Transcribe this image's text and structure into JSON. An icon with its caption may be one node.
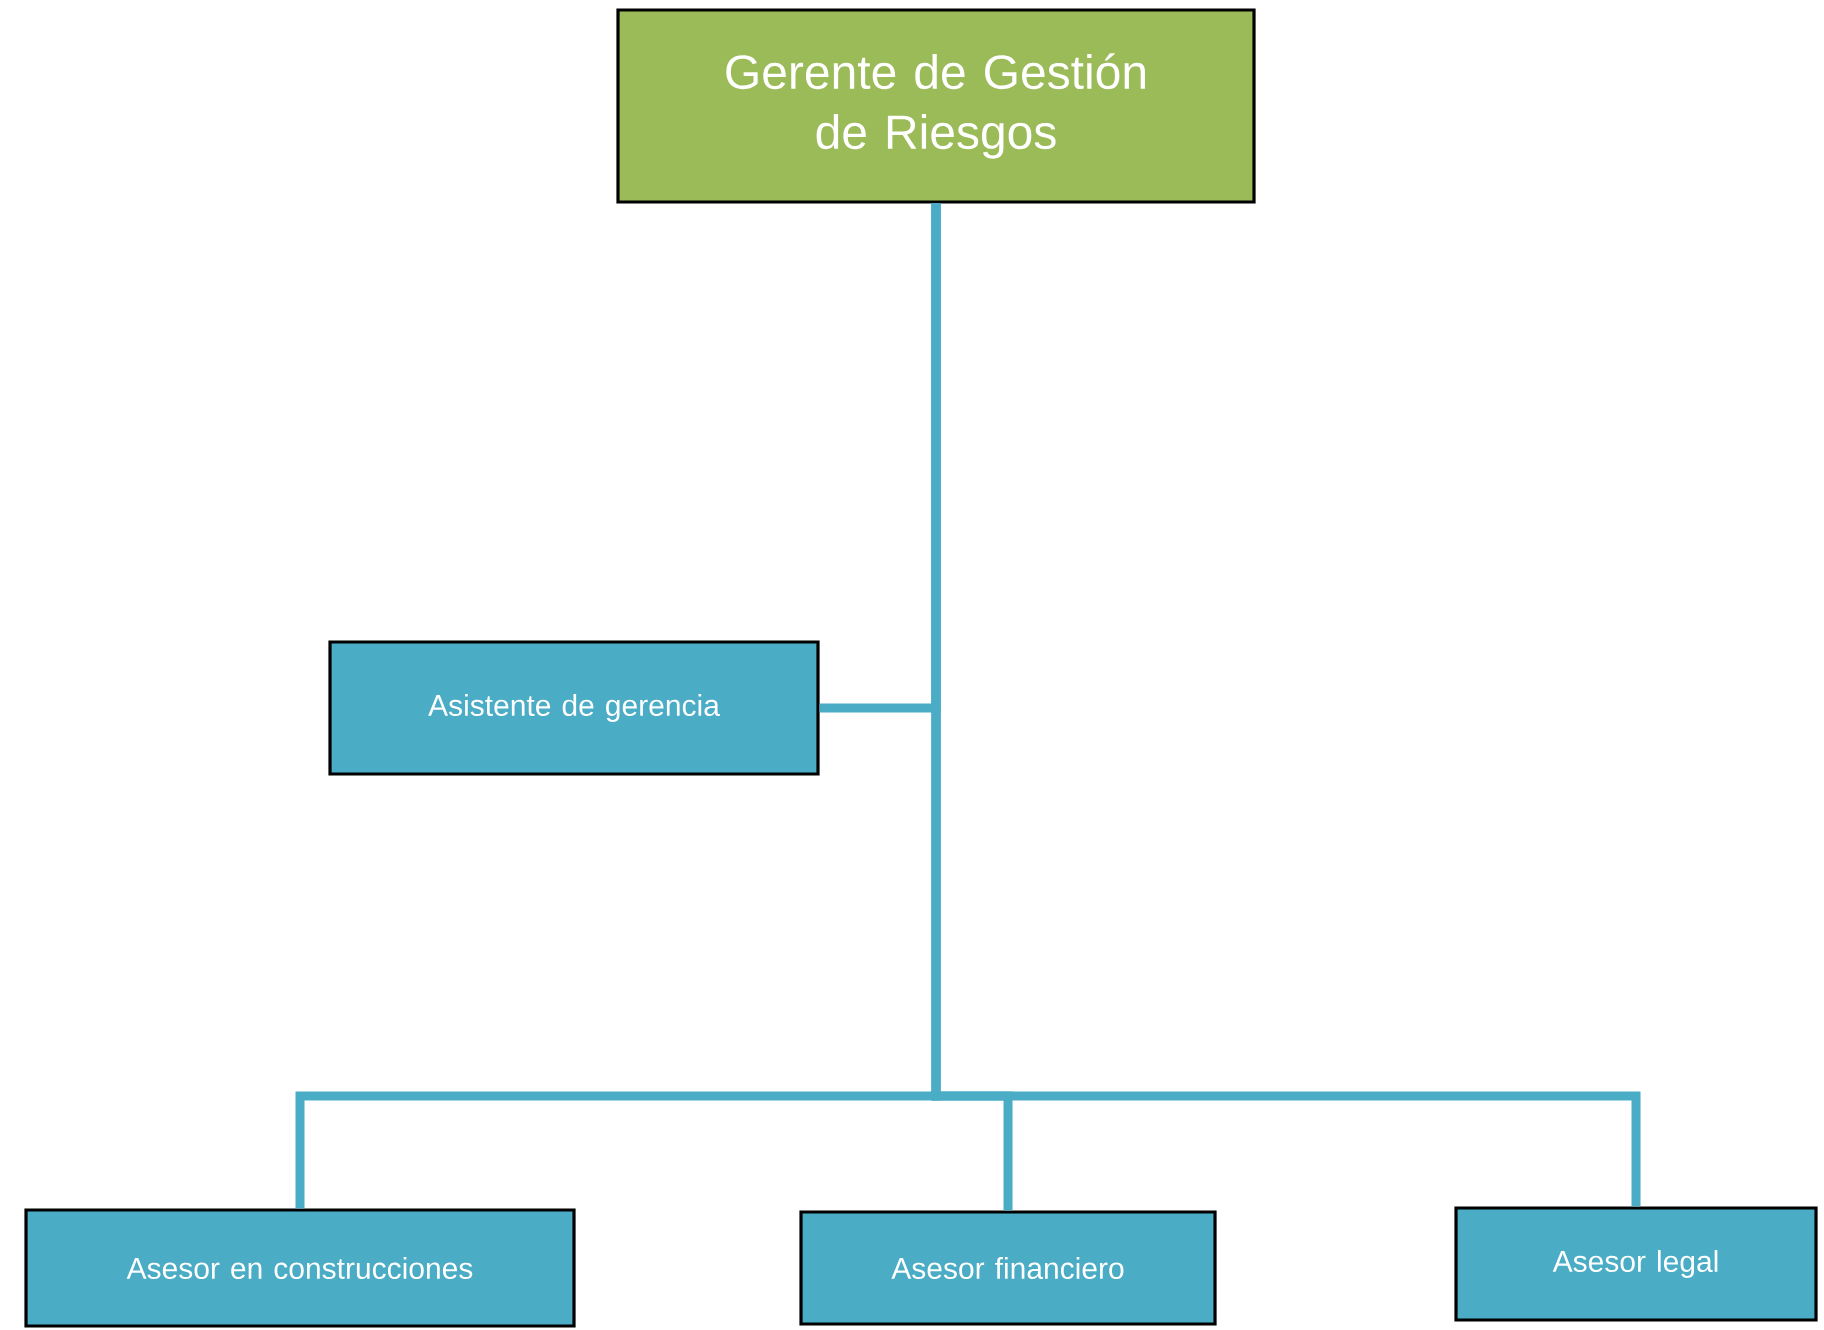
{
  "diagram": {
    "nodes": [
      {
        "text": [
          "Gerente de Gestión de Riesgos"
        ]
      },
      {
        "text": [
          "Asistente de gerencia"
        ]
      },
      {
        "text": [
          "Asesor en construcciones"
        ]
      },
      {
        "text": [
          "Asesor financiero"
        ]
      },
      {
        "text": [
          "Asesor legal"
        ]
      }
    ],
    "edges": [
      {
        "from": 0,
        "to": 1,
        "arrow": "none"
      },
      {
        "from": 0,
        "to": 2,
        "arrow": "none"
      },
      {
        "from": 0,
        "to": 3,
        "arrow": "none"
      },
      {
        "from": 0,
        "to": 4,
        "arrow": "none"
      }
    ]
  }
}
